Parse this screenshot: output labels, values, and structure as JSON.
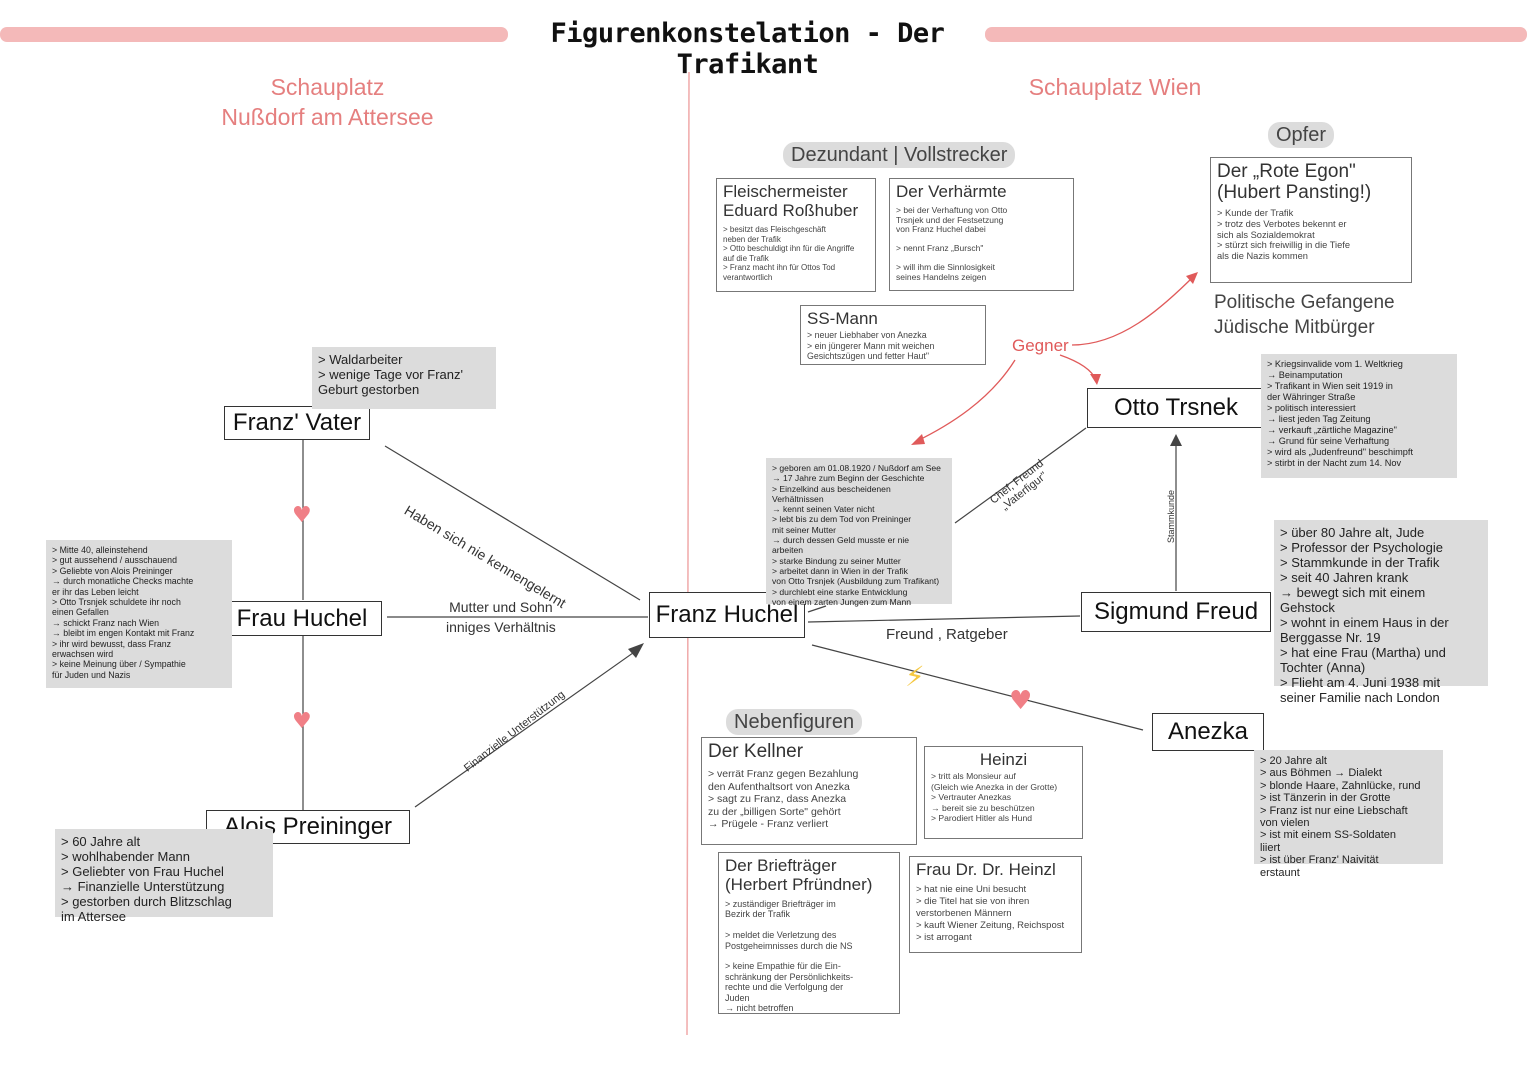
{
  "title": "Figurenkonstelation - Der Trafikant",
  "colors": {
    "accent": "#f4b9b9",
    "location": "#e57f7f",
    "gegner": "#e05a5a",
    "heart": "#f07f86",
    "bolt": "#f5c842",
    "note_bg": "#dcdcdc"
  },
  "locations": {
    "left": "Schauplatz\nNußdorf am Attersee",
    "right": "Schauplatz  Wien"
  },
  "nodes": {
    "vater": "Franz' Vater",
    "huchel": "Frau Huchel",
    "preininger": "Alois Preininger",
    "franz": "Franz Huchel",
    "otto": "Otto Trsnek",
    "freud": "Sigmund Freud",
    "anezka": "Anezka"
  },
  "notes": {
    "vater": "> Waldarbeiter\n> wenige Tage vor Franz'\n   Geburt gestorben",
    "huchel": "> Mitte 40, alleinstehend\n> gut aussehend / ausschauend\n> Geliebte von Alois Preininger\n→ durch monatliche Checks machte\n   er ihr das Leben leicht\n> Otto Trsnjek schuldete ihr noch\n   einen Gefallen\n→ schickt Franz nach Wien\n→ bleibt im engen Kontakt mit Franz\n> ihr wird bewusst, dass Franz\n   erwachsen wird\n> keine Meinung über / Sympathie\n   für Juden und Nazis",
    "preininger": "> 60 Jahre alt\n> wohlhabender Mann\n> Geliebter von Frau Huchel\n  → Finanzielle Unterstützung\n> gestorben durch Blitzschlag\n   im Attersee",
    "franz": "> geboren am 01.08.1920 / Nußdorf am See\n→ 17 Jahre zum Beginn der Geschichte\n> Einzelkind aus bescheidenen\n   Verhältnissen\n→ kennt seinen Vater nicht\n> lebt bis zu dem Tod von Preininger\n   mit seiner Mutter\n→ durch dessen Geld musste er nie\n   arbeiten\n> starke Bindung zu seiner Mutter\n> arbeitet dann in Wien in der Trafik\n   von Otto Trsnjek (Ausbildung zum Trafikant)\n> durchlebt eine starke Entwicklung\n   von einem zarten Jungen zum Mann",
    "otto": "> Kriegsinvalide vom 1. Weltkrieg\n  → Beinamputation\n> Trafikant in Wien seit 1919 in\n   der Währinger Straße\n> politisch interessiert\n  → liest jeden Tag Zeitung\n  → verkauft „zärtliche Magazine\"\n  → Grund für seine Verhaftung\n> wird als „Judenfreund\" beschimpft\n> stirbt in der Nacht zum 14. Nov",
    "freud": "> über 80 Jahre alt, Jude\n> Professor der Psychologie\n> Stammkunde in der Trafik\n> seit 40 Jahren krank\n  → bewegt sich mit einem Gehstock\n> wohnt in einem Haus in der\n   Berggasse Nr. 19\n> hat eine Frau (Martha) und\n   Tochter (Anna)\n> Flieht am 4. Juni 1938 mit\n   seiner Familie nach London",
    "anezka": "> 20 Jahre alt\n> aus Böhmen → Dialekt\n> blonde Haare, Zahnlücke, rund\n> ist Tänzerin in der Grotte\n> Franz ist nur eine Liebschaft\n   von vielen\n> ist mit einem SS-Soldaten\n   liiert\n> ist über Franz' Naivität\n   erstaunt"
  },
  "edges": {
    "vater_franz": "Haben sich nie kennengelernt",
    "huchel_franz": "Mutter und Sohn\ninniges Verhältnis",
    "preininger_franz": "Finanzielle Unterstützung",
    "otto_franz": "Chef, Freund\n„Vaterfigur\"",
    "freud_otto": "Stammkunde",
    "freud_franz": "Freund , Ratgeber",
    "gegner": "Gegner"
  },
  "groups": {
    "denunziant": "Dezundant | Vollstrecker",
    "opfer": "Opfer",
    "nebenfiguren": "Nebenfiguren",
    "opfer_types": "Politische Gefangene\nJüdische Mitbürger"
  },
  "cards": {
    "rosshuber": {
      "title": "Fleischermeister\nEduard Roßhuber",
      "body": "> besitzt das Fleischgeschäft\n   neben der Trafik\n> Otto beschuldigt ihn für die Angriffe\n   auf die Trafik\n> Franz macht ihn für Ottos Tod\n   verantwortlich"
    },
    "verhaermte": {
      "title": "Der Verhärmte",
      "body": "> bei der Verhaftung von Otto\n   Trsnjek und der Festsetzung\n   von Franz Huchel dabei\n\n> nennt Franz „Bursch\"\n\n> will ihm die Sinnlosigkeit\n   seines Handelns zeigen"
    },
    "ssmann": {
      "title": "SS-Mann",
      "body": "> neuer Liebhaber von Anezka\n> ein jüngerer Mann mit weichen\n   Gesichtszügen und fetter Haut\""
    },
    "egon": {
      "title": "Der „Rote Egon\"\n(Hubert Pansting!)",
      "body": "> Kunde der Trafik\n> trotz des Verbotes bekennt er\n   sich als Sozialdemokrat\n> stürzt sich freiwillig in die Tiefe\n   als die Nazis kommen"
    },
    "kellner": {
      "title": "Der Kellner",
      "body": "> verrät Franz gegen Bezahlung\n   den Aufenthaltsort von Anezka\n> sagt zu Franz, dass Anezka\n   zu der „billigen Sorte\" gehört\n  → Prügele - Franz verliert"
    },
    "heinzi": {
      "title": "Heinzi",
      "body": "> tritt als Monsieur auf\n   (Gleich wie Anezka in der Grotte)\n> Vertrauter Anezkas\n  → bereit sie zu beschützen\n> Parodiert Hitler als Hund"
    },
    "brieftraeger": {
      "title": "Der Briefträger\n(Herbert Pfründner)",
      "body": "> zuständiger Briefträger im\n   Bezirk der Trafik\n\n> meldet die Verletzung des\n   Postgeheimnisses durch die NS\n\n> keine Empathie für die Ein-\n   schränkung der Persönlichkeits-\n   rechte und die Verfolgung der\n   Juden\n   → nicht betroffen"
    },
    "heinzl": {
      "title": "Frau Dr. Dr. Heinzl",
      "body": "> hat nie eine Uni besucht\n> die Titel hat sie von ihren\n   verstorbenen Männern\n> kauft Wiener Zeitung, Reichspost\n> ist arrogant"
    }
  }
}
